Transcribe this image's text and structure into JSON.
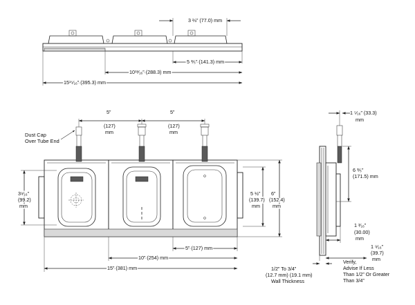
{
  "top_view": {
    "dim_cap_width": "3 ⅔” (77.0)  mm",
    "dim_gap": "5 ⅗”  (141.3) mm",
    "dim_two_panels": "10¹³⁄₁₆” (288.3) mm",
    "dim_overall": "15¹⁵⁄₁₆” (395.3) mm"
  },
  "front_view": {
    "dust_cap_label_line1": "Dust Cap",
    "dust_cap_label_line2": "Over Tube End",
    "spacing_left": {
      "inch": "5”",
      "mm": "(127)",
      "unit": "mm"
    },
    "spacing_right": {
      "inch": "5”",
      "mm": "(127)",
      "unit": "mm"
    },
    "left_height": {
      "inch": "3⁹⁄₁₆”",
      "mm": "(99.2)",
      "unit": "mm"
    },
    "inner_height": {
      "inch": "5 ½”",
      "mm": "(139.7)",
      "unit": "mm"
    },
    "outer_height": {
      "inch": "6”",
      "mm": "(152.4)",
      "unit": "mm"
    },
    "dim_right_panel": "5” (127) mm",
    "dim_two_panel_span": "10” (254) mm",
    "dim_overall": "15” (381) mm"
  },
  "side_view": {
    "top_offset": {
      "inch": "1 ⁵⁄₁₆” (33.3)",
      "unit": "mm"
    },
    "height": {
      "inch": "6 ⅗”",
      "mm": "(171.5) mm"
    },
    "depth_a": {
      "inch": "1 ³⁄₁₆”",
      "mm": "(30.00)",
      "unit": "mm"
    },
    "depth_b": {
      "inch": "1 ⁹⁄₁₆”",
      "mm": "(39.7)",
      "unit": "mm"
    },
    "wall_note_line1": "1/2” To 3/4”",
    "wall_note_line2": "(12.7 mm) (19.1 mm)",
    "wall_note_line3": "Wall Thickness",
    "verify_line1": "Verify,",
    "verify_line2": "Advise If Less",
    "verify_line3": "Than 1/2” Or Greater",
    "verify_line4": "Than 3/4”"
  }
}
